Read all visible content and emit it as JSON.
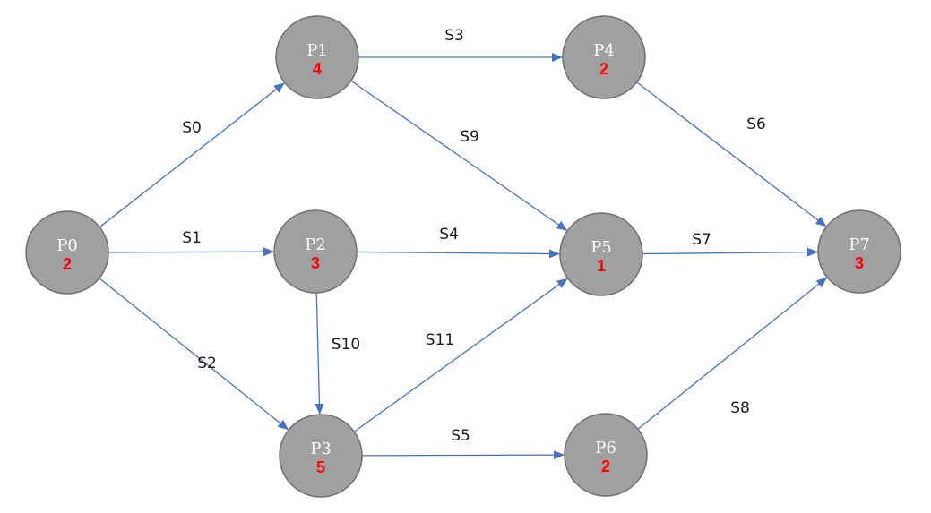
{
  "diagram": {
    "colors": {
      "edge": "#4472c4",
      "node_fill": "#a0a0a0",
      "node_stroke": "#6f6f6f",
      "node_name": "#ffffff",
      "node_weight": "#ff0000"
    },
    "nodes": [
      {
        "id": "P0",
        "name": "P0",
        "weight": "2"
      },
      {
        "id": "P1",
        "name": "P1",
        "weight": "4"
      },
      {
        "id": "P2",
        "name": "P2",
        "weight": "3"
      },
      {
        "id": "P3",
        "name": "P3",
        "weight": "5"
      },
      {
        "id": "P4",
        "name": "P4",
        "weight": "2"
      },
      {
        "id": "P5",
        "name": "P5",
        "weight": "1"
      },
      {
        "id": "P6",
        "name": "P6",
        "weight": "2"
      },
      {
        "id": "P7",
        "name": "P7",
        "weight": "3"
      }
    ],
    "edges": [
      {
        "label": "S0",
        "from": "P0",
        "to": "P1"
      },
      {
        "label": "S1",
        "from": "P0",
        "to": "P2"
      },
      {
        "label": "S2",
        "from": "P0",
        "to": "P3"
      },
      {
        "label": "S3",
        "from": "P1",
        "to": "P4"
      },
      {
        "label": "S9",
        "from": "P1",
        "to": "P5"
      },
      {
        "label": "S4",
        "from": "P2",
        "to": "P5"
      },
      {
        "label": "S10",
        "from": "P2",
        "to": "P3"
      },
      {
        "label": "S11",
        "from": "P3",
        "to": "P5"
      },
      {
        "label": "S5",
        "from": "P3",
        "to": "P6"
      },
      {
        "label": "S6",
        "from": "P4",
        "to": "P7"
      },
      {
        "label": "S7",
        "from": "P5",
        "to": "P7"
      },
      {
        "label": "S8",
        "from": "P6",
        "to": "P7"
      }
    ]
  }
}
